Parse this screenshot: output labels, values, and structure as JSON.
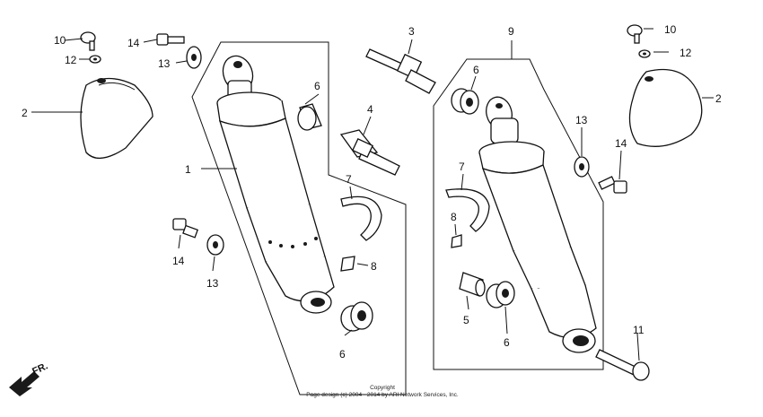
{
  "diagram": {
    "callouts": {
      "c1": "1",
      "c2a": "2",
      "c2b": "2",
      "c3": "3",
      "c4": "4",
      "c5": "5",
      "c6a": "6",
      "c6b": "6",
      "c6c": "6",
      "c6d": "6",
      "c7a": "7",
      "c7b": "7",
      "c8a": "8",
      "c8b": "8",
      "c9": "9",
      "c10a": "10",
      "c10b": "10",
      "c11": "11",
      "c12a": "12",
      "c12b": "12",
      "c13a": "13",
      "c13b": "13",
      "c13c": "13",
      "c14a": "14",
      "c14b": "14",
      "c14c": "14"
    },
    "direction_label": "FR.",
    "copyright_line1": "Copyright",
    "copyright_line2": "Page design (c) 2004 - 2014 by ARI Network Services, Inc."
  }
}
